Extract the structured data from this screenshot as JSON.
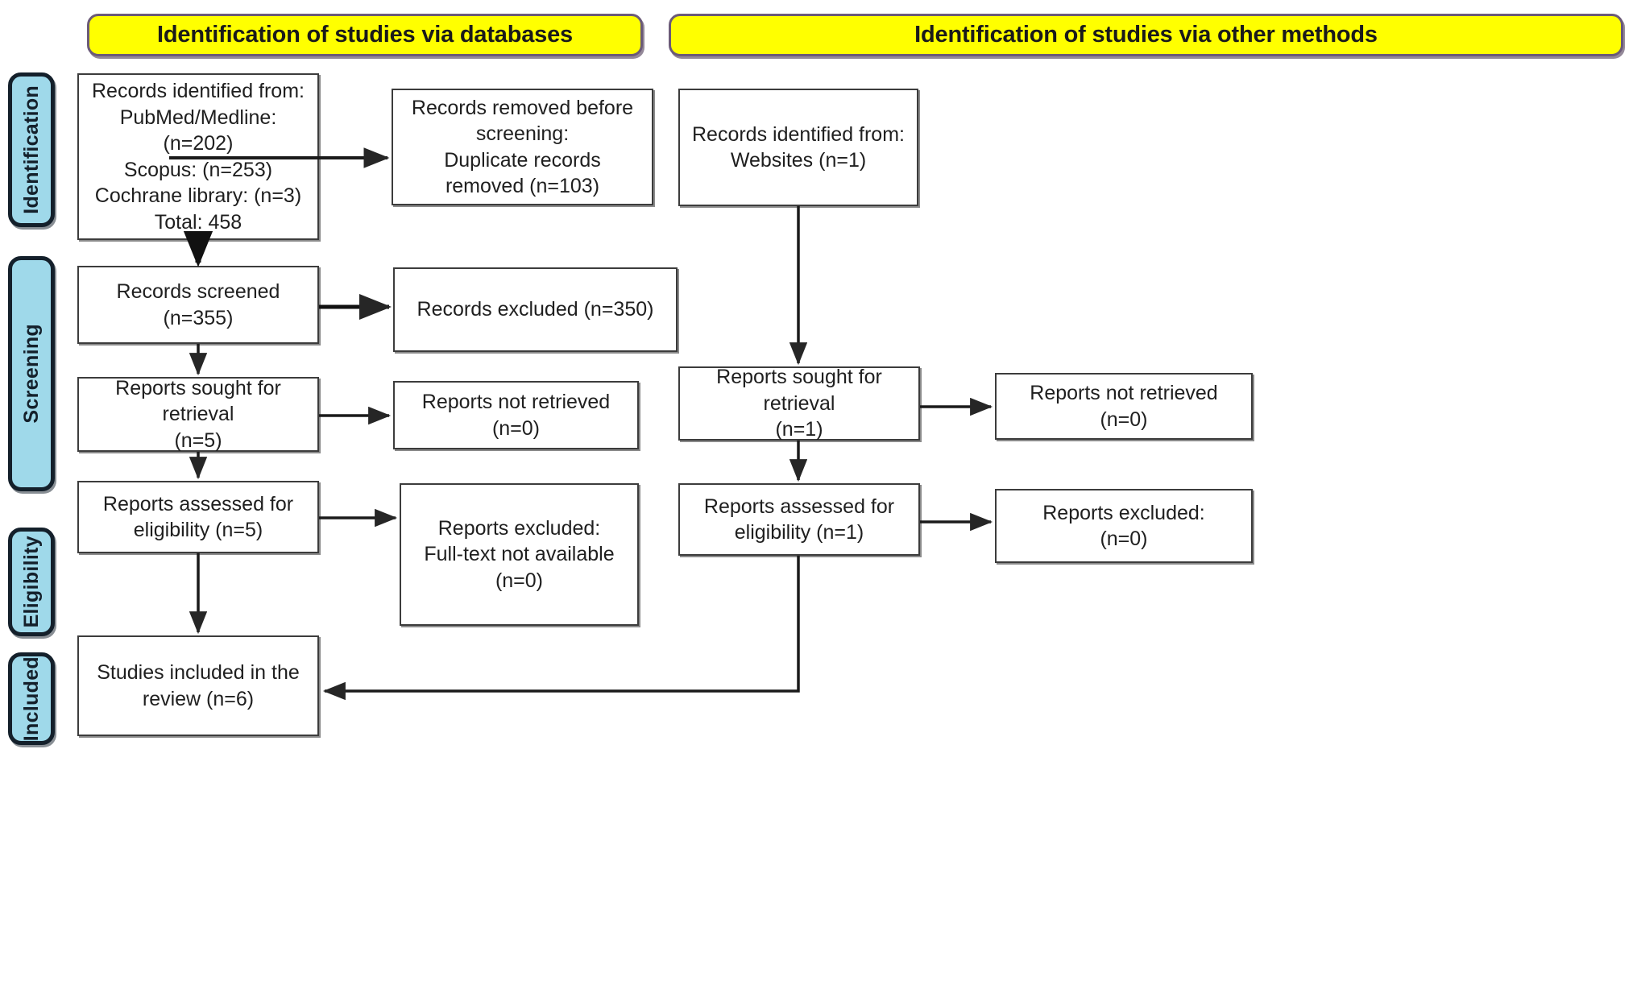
{
  "diagram": {
    "title": "PRISMA 2020 flow diagram",
    "colors": {
      "banner_fill": "#ffff00",
      "banner_border": "#6b5a78",
      "stage_fill": "#9fd9ea",
      "stage_border": "#14202b",
      "box_border": "#3c3c3c",
      "connector": "#262626",
      "background": "#ffffff"
    }
  },
  "banners": [
    {
      "id": "databases",
      "label": "Identification of studies via databases"
    },
    {
      "id": "other-methods",
      "label": "Identification of studies via other methods"
    }
  ],
  "stages": [
    {
      "id": "identification",
      "label": "Identification"
    },
    {
      "id": "screening",
      "label": "Screening"
    },
    {
      "id": "eligibility",
      "label": "Eligibility"
    },
    {
      "id": "included",
      "label": "Included"
    }
  ],
  "boxes": {
    "records_identified_databases": {
      "text": "Records identified from:\nPubMed/Medline:\n(n=202)\nScopus: (n=253)\nCochrane library: (n=3)\nTotal: 458"
    },
    "records_removed": {
      "text": "Records removed before\nscreening:\nDuplicate records\nremoved (n=103)"
    },
    "records_identified_other": {
      "text": "Records identified from:\nWebsites (n=1)"
    },
    "records_screened": {
      "text": "Records screened\n(n=355)"
    },
    "records_excluded": {
      "text": "Records excluded (n=350)"
    },
    "reports_sought_left": {
      "text": "Reports sought for retrieval\n(n=5)"
    },
    "reports_not_retrieved_left": {
      "text": "Reports not retrieved\n(n=0)"
    },
    "reports_sought_right": {
      "text": "Reports sought for retrieval\n(n=1)"
    },
    "reports_not_retrieved_right": {
      "text": "Reports not retrieved\n(n=0)"
    },
    "reports_assessed_left": {
      "text": "Reports assessed for\neligibility (n=5)"
    },
    "reports_excluded_left": {
      "text": "Reports excluded:\nFull-text not available\n(n=0)"
    },
    "reports_assessed_right": {
      "text": "Reports assessed for\neligibility (n=1)"
    },
    "reports_excluded_right": {
      "text": "Reports excluded:\n(n=0)"
    },
    "studies_included": {
      "text": "Studies included in the\nreview (n=6)"
    }
  },
  "chart_data": {
    "type": "diagram",
    "title": "PRISMA 2020 flow diagram",
    "columns": [
      "Identification of studies via databases",
      "Identification of studies via other methods"
    ],
    "stages": [
      "Identification",
      "Screening",
      "Eligibility",
      "Included"
    ],
    "nodes": [
      {
        "id": "records_identified_databases",
        "stage": "Identification",
        "column": "databases",
        "label": "Records identified from: PubMed/Medline: (n=202) Scopus: (n=253) Cochrane library: (n=3) Total: 458",
        "counts": {
          "PubMed/Medline": 202,
          "Scopus": 253,
          "Cochrane library": 3,
          "Total": 458
        }
      },
      {
        "id": "records_removed",
        "stage": "Identification",
        "column": "databases",
        "label": "Records removed before screening: Duplicate records removed (n=103)",
        "counts": {
          "duplicates_removed": 103
        }
      },
      {
        "id": "records_identified_other",
        "stage": "Identification",
        "column": "other",
        "label": "Records identified from: Websites (n=1)",
        "counts": {
          "Websites": 1
        }
      },
      {
        "id": "records_screened",
        "stage": "Screening",
        "column": "databases",
        "label": "Records screened (n=355)",
        "counts": {
          "n": 355
        }
      },
      {
        "id": "records_excluded",
        "stage": "Screening",
        "column": "databases",
        "label": "Records excluded (n=350)",
        "counts": {
          "n": 350
        }
      },
      {
        "id": "reports_sought_left",
        "stage": "Screening",
        "column": "databases",
        "label": "Reports sought for retrieval (n=5)",
        "counts": {
          "n": 5
        }
      },
      {
        "id": "reports_not_retrieved_left",
        "stage": "Screening",
        "column": "databases",
        "label": "Reports not retrieved (n=0)",
        "counts": {
          "n": 0
        }
      },
      {
        "id": "reports_sought_right",
        "stage": "Screening",
        "column": "other",
        "label": "Reports sought for retrieval (n=1)",
        "counts": {
          "n": 1
        }
      },
      {
        "id": "reports_not_retrieved_right",
        "stage": "Screening",
        "column": "other",
        "label": "Reports not retrieved (n=0)",
        "counts": {
          "n": 0
        }
      },
      {
        "id": "reports_assessed_left",
        "stage": "Eligibility",
        "column": "databases",
        "label": "Reports assessed for eligibility (n=5)",
        "counts": {
          "n": 5
        }
      },
      {
        "id": "reports_excluded_left",
        "stage": "Eligibility",
        "column": "databases",
        "label": "Reports excluded: Full-text not available (n=0)",
        "counts": {
          "n": 0
        }
      },
      {
        "id": "reports_assessed_right",
        "stage": "Eligibility",
        "column": "other",
        "label": "Reports assessed for eligibility (n=1)",
        "counts": {
          "n": 1
        }
      },
      {
        "id": "reports_excluded_right",
        "stage": "Eligibility",
        "column": "other",
        "label": "Reports excluded: (n=0)",
        "counts": {
          "n": 0
        }
      },
      {
        "id": "studies_included",
        "stage": "Included",
        "column": "databases",
        "label": "Studies included in the review (n=6)",
        "counts": {
          "n": 6
        }
      }
    ],
    "edges": [
      {
        "from": "records_identified_databases",
        "to": "records_removed"
      },
      {
        "from": "records_identified_databases",
        "to": "records_screened"
      },
      {
        "from": "records_screened",
        "to": "records_excluded"
      },
      {
        "from": "records_screened",
        "to": "reports_sought_left"
      },
      {
        "from": "reports_sought_left",
        "to": "reports_not_retrieved_left"
      },
      {
        "from": "reports_sought_left",
        "to": "reports_assessed_left"
      },
      {
        "from": "reports_assessed_left",
        "to": "reports_excluded_left"
      },
      {
        "from": "reports_assessed_left",
        "to": "studies_included"
      },
      {
        "from": "records_identified_other",
        "to": "reports_sought_right"
      },
      {
        "from": "reports_sought_right",
        "to": "reports_not_retrieved_right"
      },
      {
        "from": "reports_sought_right",
        "to": "reports_assessed_right"
      },
      {
        "from": "reports_assessed_right",
        "to": "reports_excluded_right"
      },
      {
        "from": "reports_assessed_right",
        "to": "studies_included"
      }
    ]
  }
}
